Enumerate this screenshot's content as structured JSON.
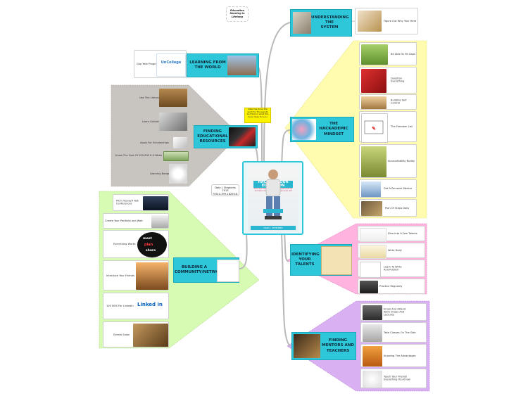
{
  "central": {
    "book_title": "HACKING YOUR EDUCATION",
    "subtitle": "ditch the lectures, save tens of thousands, and learn more than your peers ever will",
    "author": "DALE J. STEPHENS",
    "author_note_lines": [
      "Dale J. Stephens",
      "2013",
      "978-0-399-16290-8"
    ]
  },
  "root_note_lines": [
    "Education",
    "Hacking Is",
    "Lifelong"
  ],
  "callout_lines": [
    "Dale has done the",
    "work for thousands",
    "and that is what this",
    "book does for you"
  ],
  "branches": {
    "understanding": {
      "label_lines": [
        "UNDERSTANDING",
        "THE",
        "SYSTEM"
      ],
      "subs": [
        "Figure Out Why Your Here"
      ]
    },
    "learning": {
      "label_lines": [
        "LEARNING FROM",
        "THE WORLD"
      ],
      "badge": "UnCollege",
      "subs": [
        "Gap Year Program"
      ]
    },
    "finding": {
      "label_lines": [
        "FINDING",
        "EDUCATIONAL",
        "RESOURCES"
      ],
      "subs": [
        "Use The Library",
        "Learn Actively",
        "Apply For Scholarships",
        "Know The Cost Of 100,000 K A Week",
        "Learning Badges"
      ]
    },
    "hackademic": {
      "label_lines": [
        "THE HACKADEMIC",
        "MINDSET"
      ],
      "subs": [
        "Be Able To Fill Gaps",
        "Question Everything",
        "Building Self Control",
        "The Freedom List",
        "Accountability Buddy",
        "Get A Personal Mentor",
        "Plan Of Steps Daily"
      ]
    },
    "talents": {
      "label_lines": [
        "IDENTIFYING",
        "YOUR TALENTS"
      ],
      "subs": [
        "Dive Into A Few Talents",
        "Write Daily",
        "Learn To Write And Publish",
        "Practice Regularly"
      ]
    },
    "mentors": {
      "label_lines": [
        "FINDING",
        "MENTORS AND",
        "TEACHERS"
      ],
      "subs": [
        "Email And Attend Work Shops And Lectures",
        "Take Classes On The Side",
        "Knowing The Advantages",
        "Teach Your Friends Everything You Know"
      ]
    },
    "network": {
      "label_lines": [
        "BUILDING A",
        "COMMUNITY/NETWORK"
      ],
      "subs": [
        "Pitch Yourself Talk Conferences",
        "Create Your Portfolio and Web",
        "Everything Works",
        "Introduce Your Friends",
        "100 NOS For Linkedin",
        "Events Salon"
      ],
      "linkedin": "Linked in",
      "wordplay": [
        "meet",
        "plan",
        "share"
      ]
    }
  },
  "colors": {
    "topic": "#2ec7d9",
    "yellow_region": "#fffcb0",
    "pink_region": "#ffb3de",
    "purple_region": "#d9b0f2",
    "green_region": "#d8fbb3",
    "gray_region": "#c8c4c0",
    "connector": "#b9b9b9"
  }
}
